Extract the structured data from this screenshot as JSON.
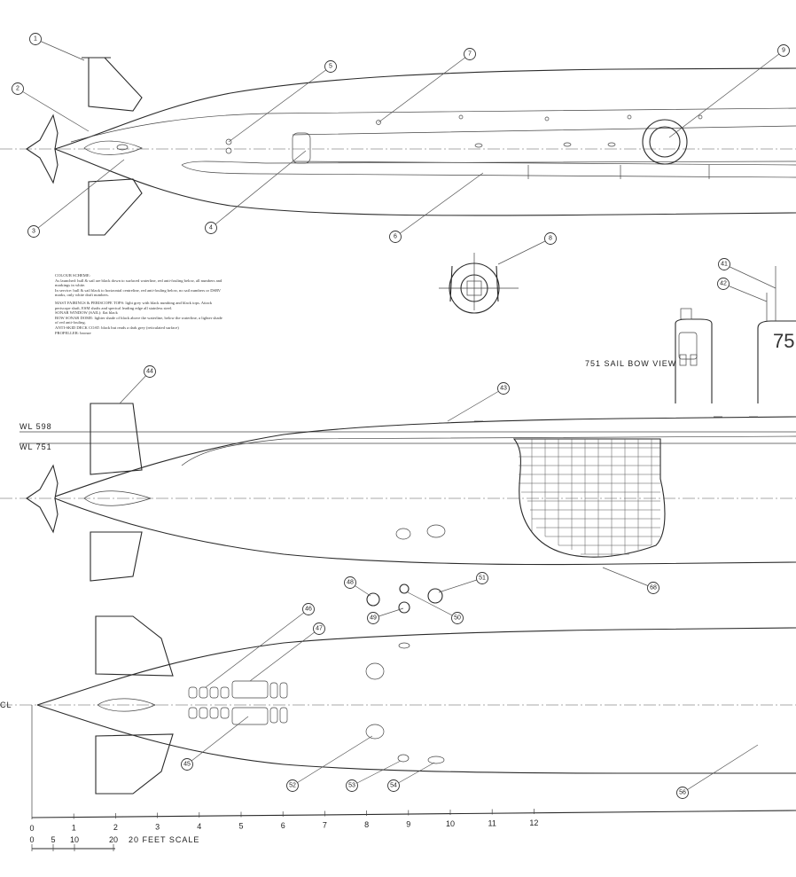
{
  "notes": {
    "colour_scheme": "COLOUR SCHEME:\nAs launched: hull & sail are black down to surfaced waterline, red anti-fouling below, all numbers and markings in white.\nIn service: hull & sail black to horizontal centreline, red anti-fouling below, no sail numbers or DSRV marks, only white draft numbers.",
    "mast_fairings": "MAST FAIRINGS & PERISCOPE TOPS: light grey with black numbing and black tops. Attack periscope shaft, ESM shafts and sperical leading edge all stainless steel.\nSONAR WINDOW (SAIL): flat black\nBOW SONAR DOME: lighter shade of black above the waterline, below the waterline, a lighter shade of red anti-fouling.\nANTI-SKID DECK COAT: black but reads a dark grey (reticulated surface)\nPROPELLER: bronze"
  },
  "labels": {
    "sail_bow_view": "751 SAIL  BOW VIEW",
    "wl_598": "WL 598",
    "wl_751": "WL 751",
    "cl": "CL",
    "hull_number_partial": "75",
    "scale_text": "20 FEET  SCALE"
  },
  "callouts": [
    {
      "id": "c1",
      "text": "1"
    },
    {
      "id": "c2",
      "text": "2"
    },
    {
      "id": "c3",
      "text": "3"
    },
    {
      "id": "c4",
      "text": "4"
    },
    {
      "id": "c5",
      "text": "5"
    },
    {
      "id": "c6",
      "text": "6"
    },
    {
      "id": "c7",
      "text": "7"
    },
    {
      "id": "c8",
      "text": "8"
    },
    {
      "id": "c9",
      "text": "9"
    },
    {
      "id": "c41",
      "text": "41"
    },
    {
      "id": "c42",
      "text": "42"
    },
    {
      "id": "c43",
      "text": "43"
    },
    {
      "id": "c44",
      "text": "44"
    },
    {
      "id": "c45",
      "text": "45"
    },
    {
      "id": "c46",
      "text": "46"
    },
    {
      "id": "c47",
      "text": "47"
    },
    {
      "id": "c48",
      "text": "48"
    },
    {
      "id": "c49",
      "text": "49"
    },
    {
      "id": "c50",
      "text": "50"
    },
    {
      "id": "c51",
      "text": "51"
    },
    {
      "id": "c52",
      "text": "52"
    },
    {
      "id": "c53",
      "text": "53"
    },
    {
      "id": "c54",
      "text": "54"
    },
    {
      "id": "c56",
      "text": "56"
    },
    {
      "id": "c68",
      "text": "68"
    }
  ],
  "scale": {
    "metres": [
      "0",
      "1",
      "2",
      "3",
      "4",
      "5",
      "6",
      "7",
      "8",
      "9",
      "10",
      "11",
      "12"
    ],
    "feet": [
      "0",
      "5",
      "10",
      "20"
    ]
  }
}
